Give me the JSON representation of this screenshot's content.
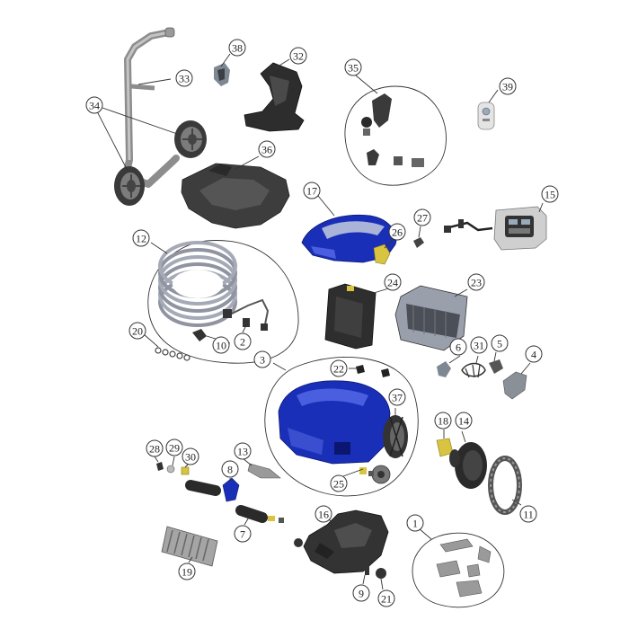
{
  "diagram": {
    "callouts": [
      {
        "id": "1",
        "label": "1"
      },
      {
        "id": "2",
        "label": "2"
      },
      {
        "id": "3",
        "label": "3"
      },
      {
        "id": "4",
        "label": "4"
      },
      {
        "id": "5",
        "label": "5"
      },
      {
        "id": "6",
        "label": "6"
      },
      {
        "id": "7",
        "label": "7"
      },
      {
        "id": "8",
        "label": "8"
      },
      {
        "id": "9",
        "label": "9"
      },
      {
        "id": "10",
        "label": "10"
      },
      {
        "id": "11",
        "label": "11"
      },
      {
        "id": "12",
        "label": "12"
      },
      {
        "id": "13",
        "label": "13"
      },
      {
        "id": "14",
        "label": "14"
      },
      {
        "id": "15",
        "label": "15"
      },
      {
        "id": "16",
        "label": "16"
      },
      {
        "id": "17",
        "label": "17"
      },
      {
        "id": "18",
        "label": "18"
      },
      {
        "id": "19",
        "label": "19"
      },
      {
        "id": "20",
        "label": "20"
      },
      {
        "id": "21",
        "label": "21"
      },
      {
        "id": "22",
        "label": "22"
      },
      {
        "id": "23",
        "label": "23"
      },
      {
        "id": "24",
        "label": "24"
      },
      {
        "id": "25",
        "label": "25"
      },
      {
        "id": "26",
        "label": "26"
      },
      {
        "id": "27",
        "label": "27"
      },
      {
        "id": "28",
        "label": "28"
      },
      {
        "id": "29",
        "label": "29"
      },
      {
        "id": "30",
        "label": "30"
      },
      {
        "id": "31",
        "label": "31"
      },
      {
        "id": "32",
        "label": "32"
      },
      {
        "id": "33",
        "label": "33"
      },
      {
        "id": "34",
        "label": "34"
      },
      {
        "id": "35",
        "label": "35"
      },
      {
        "id": "36",
        "label": "36"
      },
      {
        "id": "37",
        "label": "37"
      },
      {
        "id": "38",
        "label": "38"
      },
      {
        "id": "39",
        "label": "39"
      }
    ],
    "colors": {
      "body_blue": "#1a2fb8",
      "body_blue_light": "#4a5fe0",
      "dark_part": "#2b2b2b",
      "grey_part": "#8a8a8a",
      "light_grey": "#c8c8c8",
      "yellow_part": "#d8c440",
      "outline": "#333333"
    }
  }
}
